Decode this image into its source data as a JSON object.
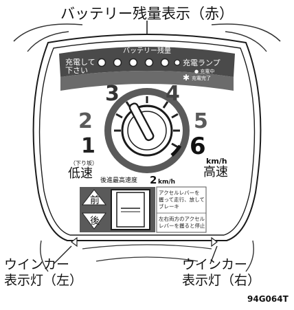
{
  "callouts": {
    "battery_indicator": "バッテリー残量表示（赤）",
    "turn_signal_left": [
      "ウインカー",
      "表示灯（左）"
    ],
    "turn_signal_right": [
      "ウインカー",
      "表示灯（右）"
    ]
  },
  "panel": {
    "battery_bar_label": "バッテリー残量",
    "charge_warning": [
      "充電して",
      "下さい"
    ],
    "charge_lamp_label": "充電ランプ",
    "charge_lamp_legend": [
      "● 充電中",
      "充電完了"
    ],
    "charge_done_symbol": "✱",
    "battery_led_count": 5,
    "dial_numbers": [
      "1",
      "2",
      "3",
      "4",
      "5",
      "6"
    ],
    "speed_unit": "km/h",
    "high_speed": "高速",
    "downhill_note": "（下り坂）",
    "low_speed": "低速",
    "reverse_max_label": "後進最高速度",
    "reverse_max_value": "2",
    "reverse_max_unit": "km/h",
    "forward_label": "前",
    "reverse_label": "後",
    "instruction_1": [
      "アクセルレバーを",
      "握って走行、放して",
      "ブレーキ"
    ],
    "instruction_2": [
      "左右両方のアクセル",
      "レバーを握ると停止"
    ]
  },
  "figure_code": "94G064T",
  "colors": {
    "panel_dark": "#5a5a5a",
    "outline": "#1a1a1a",
    "band": "#6b6b6b"
  }
}
